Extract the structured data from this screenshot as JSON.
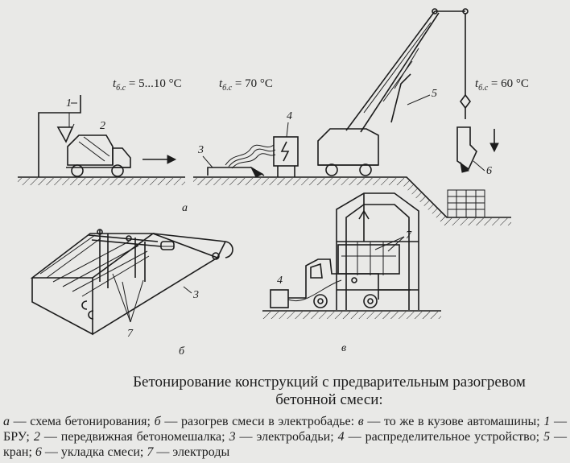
{
  "figure": {
    "temps": {
      "t1": {
        "symbol": "t",
        "sub": "б.с",
        "value": " = 5...10 °С"
      },
      "t2": {
        "symbol": "t",
        "sub": "б.с",
        "value": " = 70 °С"
      },
      "t3": {
        "symbol": "t",
        "sub": "б.с",
        "value": " = 60 °С"
      }
    },
    "numbers": {
      "n1": "1",
      "n2": "2",
      "n3": "3",
      "n3b": "3",
      "n4": "4",
      "n4b": "4",
      "n5": "5",
      "n6": "6",
      "n7a": "7",
      "n7b": "7"
    },
    "panels": {
      "a": "а",
      "b": "б",
      "v": "в"
    }
  },
  "caption": {
    "title_line1": "Бетонирование конструкций с предварительным разогревом",
    "title_line2": "бетонной смеси:",
    "legend": [
      {
        "key": "а",
        "text": " — схема бетонирования; "
      },
      {
        "key": "б",
        "text": " — разогрев смеси в электробадье: "
      },
      {
        "key": "в",
        "text": " — то же в кузове автомашины; "
      },
      {
        "key": "1",
        "text": " — БРУ; "
      },
      {
        "key": "2",
        "text": " — передвижная бетономешалка; "
      },
      {
        "key": "3",
        "text": " — электробадьи; "
      },
      {
        "key": "4",
        "text": " — распределительное устройство; "
      },
      {
        "key": "5",
        "text": " — кран; "
      },
      {
        "key": "6",
        "text": " — укладка смеси; "
      },
      {
        "key": "7",
        "text": " — электроды"
      }
    ]
  }
}
